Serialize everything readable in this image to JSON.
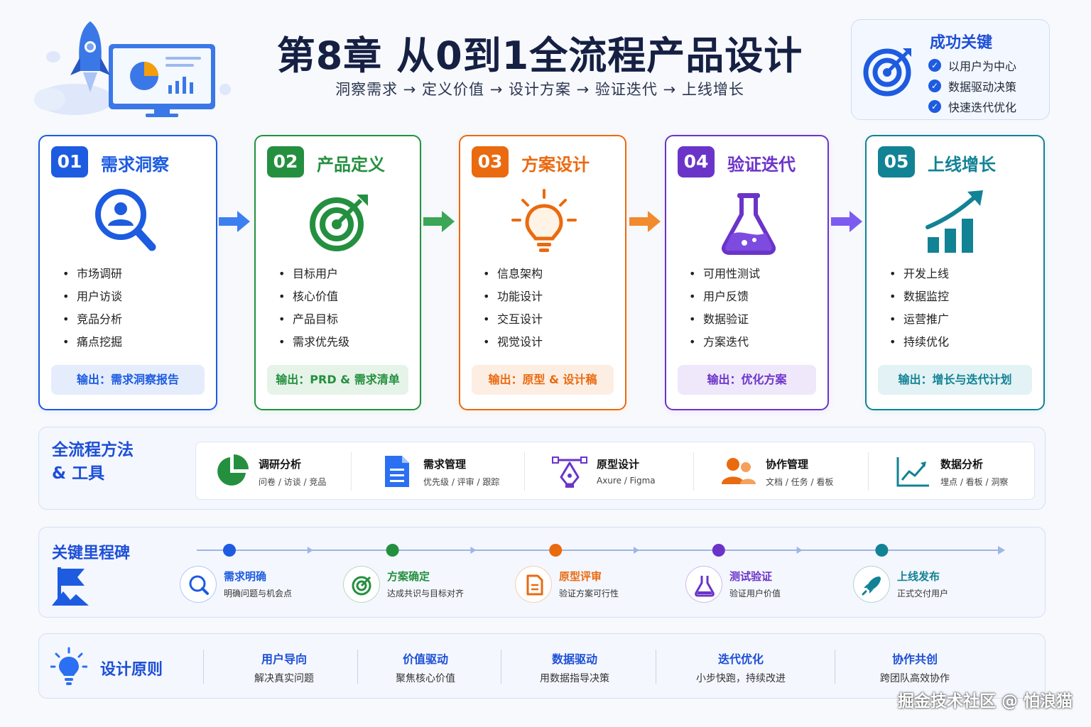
{
  "header": {
    "title": "第8章  从0到1全流程产品设计",
    "subtitle": "洞察需求  →  定义价值  →  设计方案  →  验证迭代  →  上线增长"
  },
  "success_keys": {
    "title": "成功关键",
    "items": [
      "以用户为中心",
      "数据驱动决策",
      "快速迭代优化"
    ]
  },
  "stages": [
    {
      "num": "01",
      "name": "需求洞察",
      "color": "#1d5be0",
      "light": "#e5edfc",
      "items": [
        "市场调研",
        "用户访谈",
        "竞品分析",
        "痛点挖掘"
      ],
      "output": "输出：需求洞察报告"
    },
    {
      "num": "02",
      "name": "产品定义",
      "color": "#24903f",
      "light": "#e6f3e9",
      "items": [
        "目标用户",
        "核心价值",
        "产品目标",
        "需求优先级"
      ],
      "output": "输出：PRD & 需求清单"
    },
    {
      "num": "03",
      "name": "方案设计",
      "color": "#ea6a10",
      "light": "#fdeee3",
      "items": [
        "信息架构",
        "功能设计",
        "交互设计",
        "视觉设计"
      ],
      "output": "输出：原型 & 设计稿"
    },
    {
      "num": "04",
      "name": "验证迭代",
      "color": "#6b34c9",
      "light": "#efe8fb",
      "items": [
        "可用性测试",
        "用户反馈",
        "数据验证",
        "方案迭代"
      ],
      "output": "输出：优化方案"
    },
    {
      "num": "05",
      "name": "上线增长",
      "color": "#128295",
      "light": "#e3f2f4",
      "items": [
        "开发上线",
        "数据监控",
        "运营推广",
        "持续优化"
      ],
      "output": "输出：增长与迭代计划"
    }
  ],
  "methods": {
    "title_line1": "全流程方法",
    "title_line2": "& 工具",
    "tools": [
      {
        "name": "调研分析",
        "desc": "问卷 / 访谈 / 竞品",
        "icon": "pie-chart-icon"
      },
      {
        "name": "需求管理",
        "desc": "优先级 / 评审 / 跟踪",
        "icon": "document-icon"
      },
      {
        "name": "原型设计",
        "desc": "Axure / Figma",
        "icon": "pen-tool-icon"
      },
      {
        "name": "协作管理",
        "desc": "文档 / 任务 / 看板",
        "icon": "team-icon"
      },
      {
        "name": "数据分析",
        "desc": "埋点 / 看板 / 洞察",
        "icon": "line-chart-icon"
      }
    ]
  },
  "milestones": {
    "title": "关键里程碑",
    "items": [
      {
        "name": "需求明确",
        "desc": "明确问题与机会点",
        "color": "#1d5be0",
        "icon": "search-icon"
      },
      {
        "name": "方案确定",
        "desc": "达成共识与目标对齐",
        "color": "#24903f",
        "icon": "target-icon"
      },
      {
        "name": "原型评审",
        "desc": "验证方案可行性",
        "color": "#ea6a10",
        "icon": "document-icon"
      },
      {
        "name": "测试验证",
        "desc": "验证用户价值",
        "color": "#6b34c9",
        "icon": "flask-icon"
      },
      {
        "name": "上线发布",
        "desc": "正式交付用户",
        "color": "#128295",
        "icon": "rocket-icon"
      }
    ]
  },
  "principles": {
    "title": "设计原则",
    "items": [
      {
        "name": "用户导向",
        "desc": "解决真实问题"
      },
      {
        "name": "价值驱动",
        "desc": "聚焦核心价值"
      },
      {
        "name": "数据驱动",
        "desc": "用数据指导决策"
      },
      {
        "name": "迭代优化",
        "desc": "小步快跑，持续改进"
      },
      {
        "name": "协作共创",
        "desc": "跨团队高效协作"
      }
    ]
  },
  "watermark": "掘金技术社区 @ 怕浪猫"
}
